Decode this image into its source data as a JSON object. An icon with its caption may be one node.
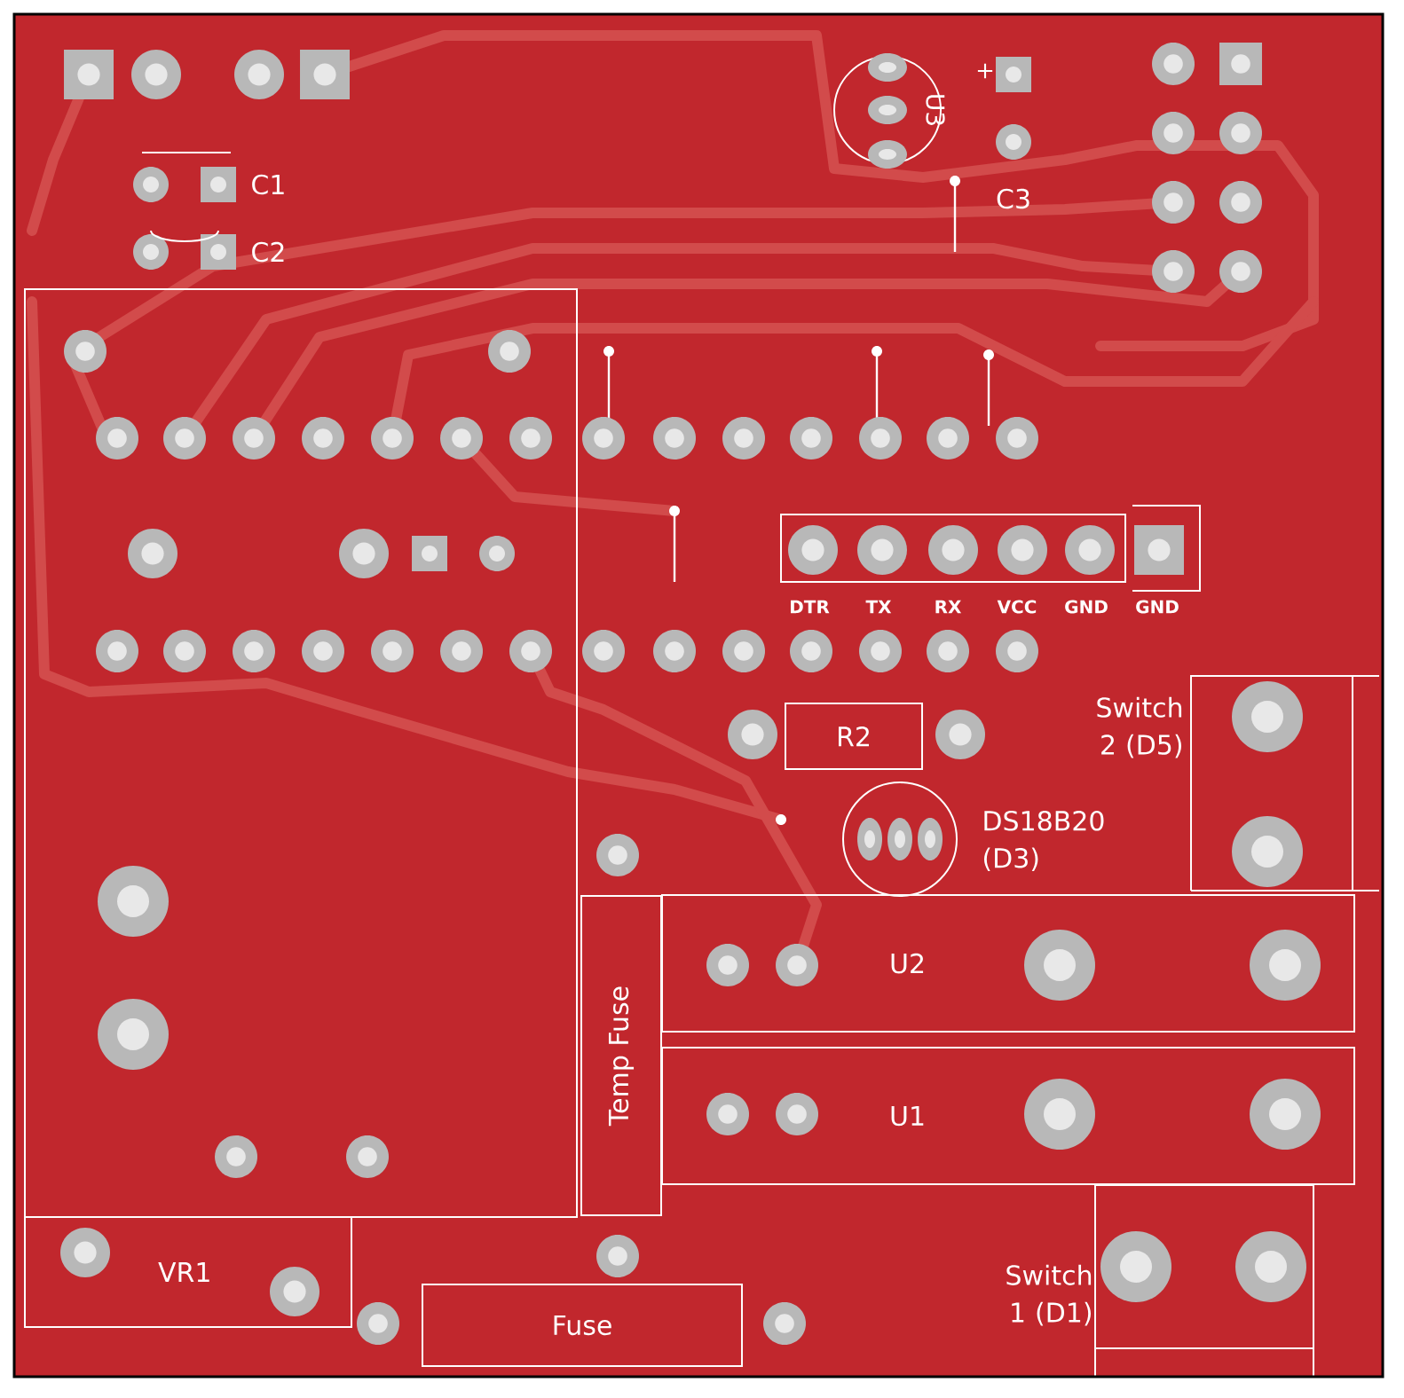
{
  "diagram": {
    "nodes": [
      {
        "text": [
          "R2"
        ]
      },
      {
        "text": [
          "Temp Fuse"
        ]
      },
      {
        "text": [
          "U2"
        ]
      },
      {
        "text": [
          "U1"
        ]
      },
      {
        "text": [
          "VR1"
        ]
      },
      {
        "text": [
          "Fuse"
        ]
      }
    ],
    "labels": [
      "C1",
      "C2",
      "U3",
      "+",
      "C3",
      "DTR",
      "TX",
      "RX",
      "VCC",
      "GND",
      "GND",
      "Switch 2 (D5)",
      "DS18B20 (D3)",
      "Switch 1 (D1)"
    ]
  }
}
